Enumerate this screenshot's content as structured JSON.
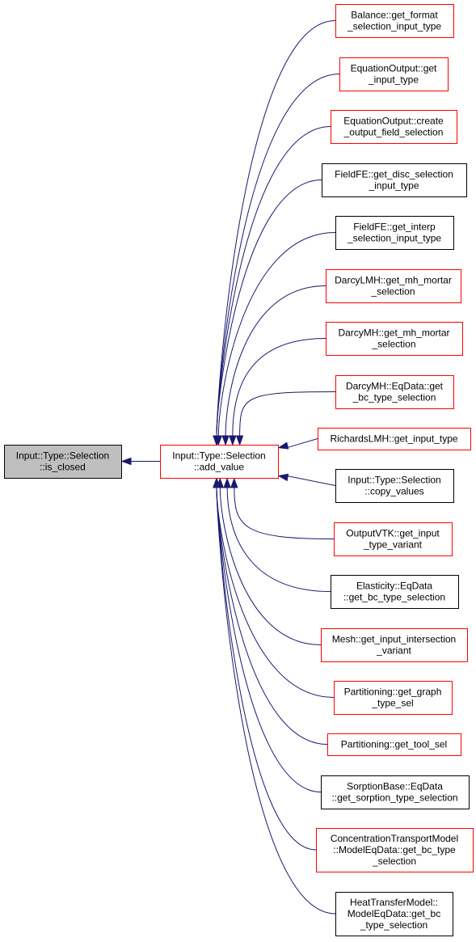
{
  "colors": {
    "edge": "#191970",
    "border_red": "#ff0000",
    "border_black": "#000000",
    "focus_fill": "#bfbfbf",
    "fill": "#ffffff"
  },
  "root": {
    "lines": [
      "Input::Type::Selection",
      "::is_closed"
    ]
  },
  "center": {
    "lines": [
      "Input::Type::Selection",
      "::add_value"
    ]
  },
  "callers": [
    {
      "lines": [
        "Balance::get_format",
        "_selection_input_type"
      ],
      "border": "red"
    },
    {
      "lines": [
        "EquationOutput::get",
        "_input_type"
      ],
      "border": "red"
    },
    {
      "lines": [
        "EquationOutput::create",
        "_output_field_selection"
      ],
      "border": "red"
    },
    {
      "lines": [
        "FieldFE::get_disc_selection",
        "_input_type"
      ],
      "border": "black"
    },
    {
      "lines": [
        "FieldFE::get_interp",
        "_selection_input_type"
      ],
      "border": "black"
    },
    {
      "lines": [
        "DarcyLMH::get_mh_mortar",
        "_selection"
      ],
      "border": "red"
    },
    {
      "lines": [
        "DarcyMH::get_mh_mortar",
        "_selection"
      ],
      "border": "red"
    },
    {
      "lines": [
        "DarcyMH::EqData::get",
        "_bc_type_selection"
      ],
      "border": "red"
    },
    {
      "lines": [
        "RichardsLMH::get_input_type"
      ],
      "border": "red"
    },
    {
      "lines": [
        "Input::Type::Selection",
        "::copy_values"
      ],
      "border": "black"
    },
    {
      "lines": [
        "OutputVTK::get_input",
        "_type_variant"
      ],
      "border": "red"
    },
    {
      "lines": [
        "Elasticity::EqData",
        "::get_bc_type_selection"
      ],
      "border": "black"
    },
    {
      "lines": [
        "Mesh::get_input_intersection",
        "_variant"
      ],
      "border": "red"
    },
    {
      "lines": [
        "Partitioning::get_graph",
        "_type_sel"
      ],
      "border": "red"
    },
    {
      "lines": [
        "Partitioning::get_tool_sel"
      ],
      "border": "red"
    },
    {
      "lines": [
        "SorptionBase::EqData",
        "::get_sorption_type_selection"
      ],
      "border": "black"
    },
    {
      "lines": [
        "ConcentrationTransportModel",
        "::ModelEqData::get_bc_type",
        "_selection"
      ],
      "border": "red"
    },
    {
      "lines": [
        "HeatTransferModel::",
        "ModelEqData::get_bc",
        "_type_selection"
      ],
      "border": "black"
    }
  ]
}
